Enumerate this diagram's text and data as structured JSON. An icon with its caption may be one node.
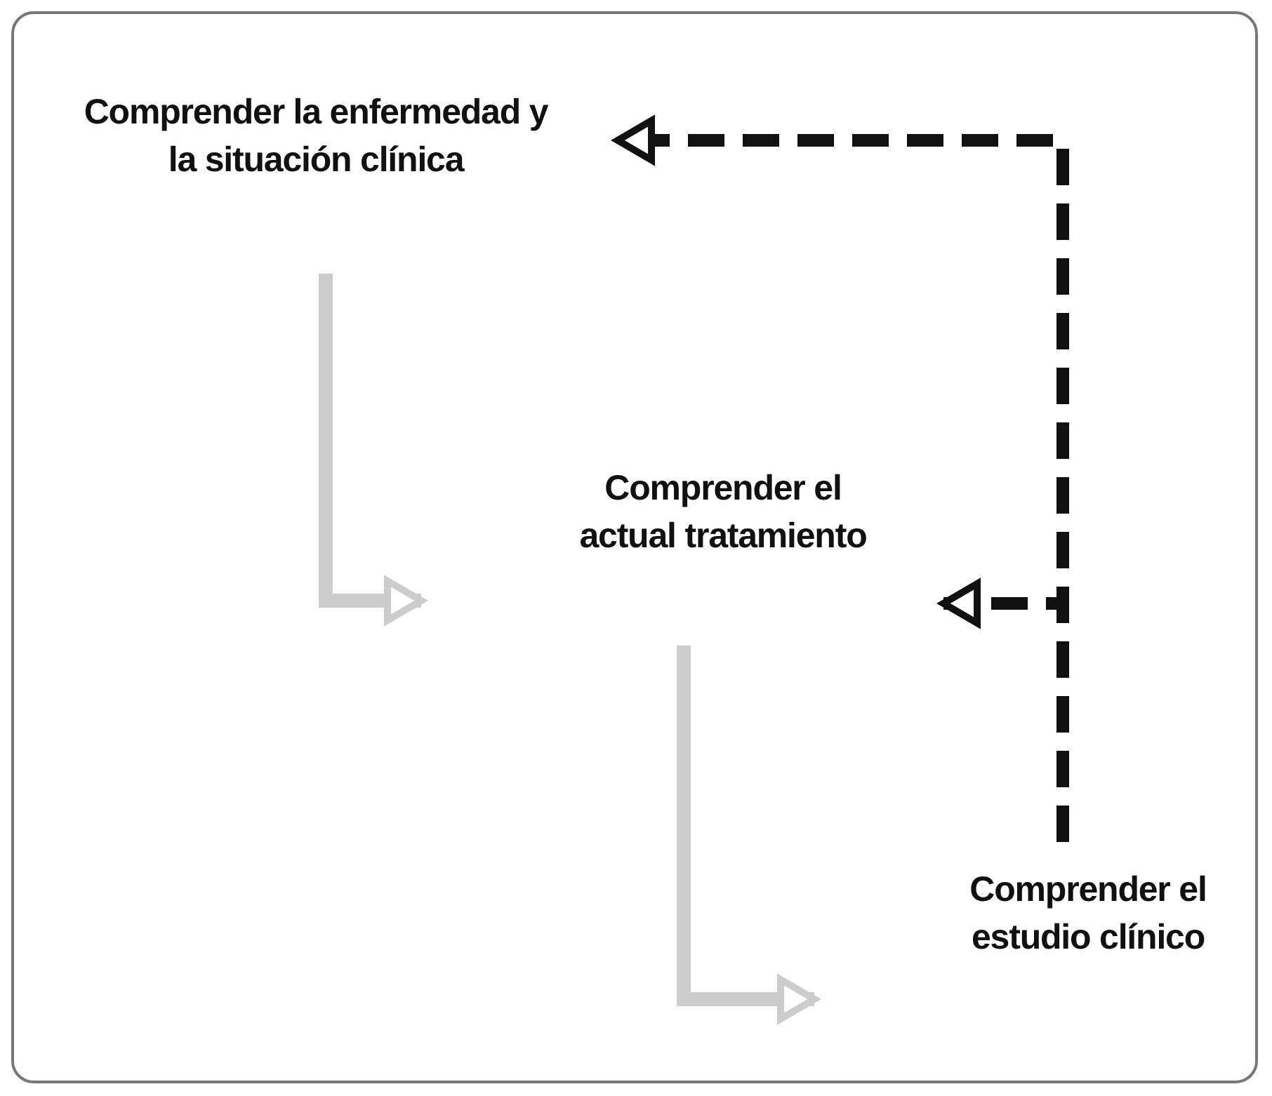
{
  "diagram": {
    "nodes": [
      {
        "text": [
          "Comprender la enfermedad y la situación clínica"
        ]
      },
      {
        "text": [
          "Comprender el actual tratamiento"
        ]
      },
      {
        "text": [
          "Comprender el estudio clínico"
        ]
      }
    ],
    "edges": [
      {
        "from": 0,
        "to": 1,
        "arrow": "to"
      },
      {
        "from": 1,
        "to": 2,
        "arrow": "to"
      },
      {
        "from": 2,
        "to": 0,
        "arrow": "to",
        "style": "dashed",
        "color": "#111111"
      },
      {
        "from": 2,
        "to": 1,
        "arrow": "to",
        "style": "dashed",
        "color": "#111111"
      }
    ]
  }
}
